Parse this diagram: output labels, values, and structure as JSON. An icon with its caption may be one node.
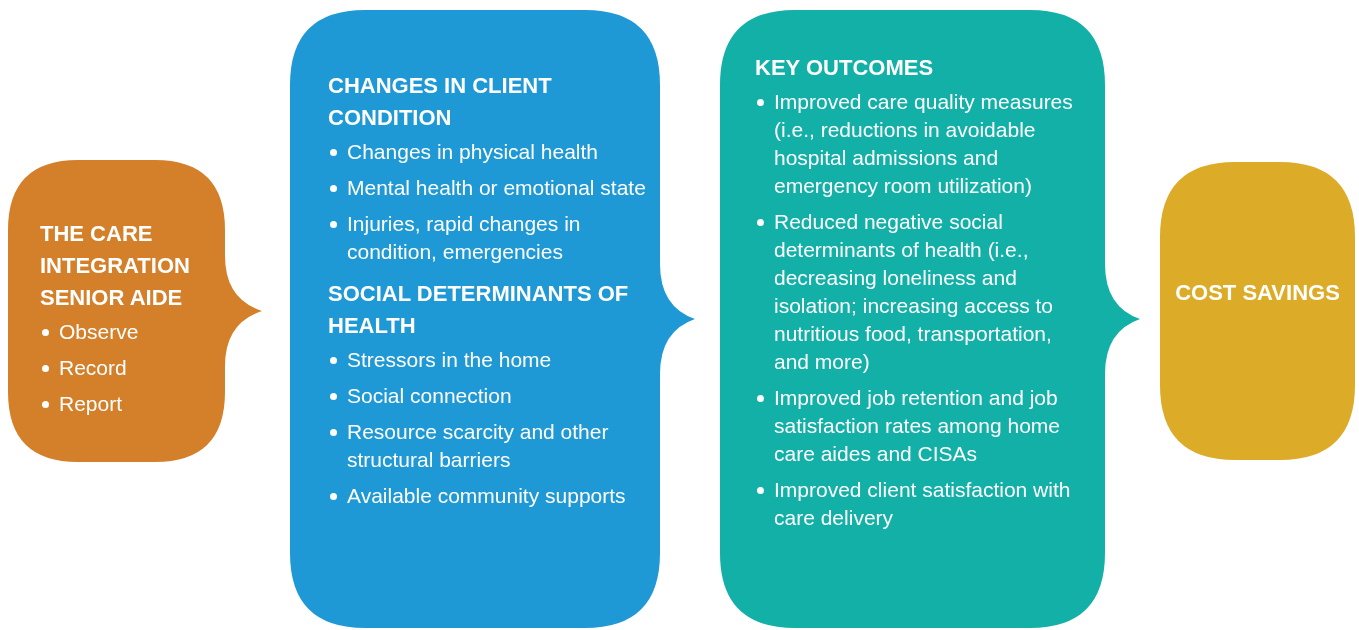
{
  "diagram": {
    "nodes": [
      {
        "text": [
          "THE CARE INTEGRATION SENIOR AIDE",
          "Observe",
          "Record",
          "Report"
        ]
      },
      {
        "text": [
          "CHANGES IN CLIENT CONDITION",
          "Changes in physical health",
          "Mental health or emotional state",
          "Injuries, rapid changes in condition, emergencies",
          "SOCIAL DETERMINANTS OF HEALTH",
          "Stressors in the home",
          "Social connection",
          "Resource scarcity and other structural barriers",
          "Available community supports"
        ]
      },
      {
        "text": [
          "KEY OUTCOMES",
          "Improved care quality measures (i.e., reductions in avoidable hospital admissions and emergency room utilization)",
          "Reduced negative social determinants of health (i.e., decreasing loneliness and isolation; increasing access to nutritious food, transportation, and more)",
          "Improved job retention and job satisfaction rates among home care aides and CISAs",
          "Improved client satisfaction with care delivery"
        ]
      },
      {
        "text": [
          "COST SAVINGS"
        ]
      }
    ]
  }
}
